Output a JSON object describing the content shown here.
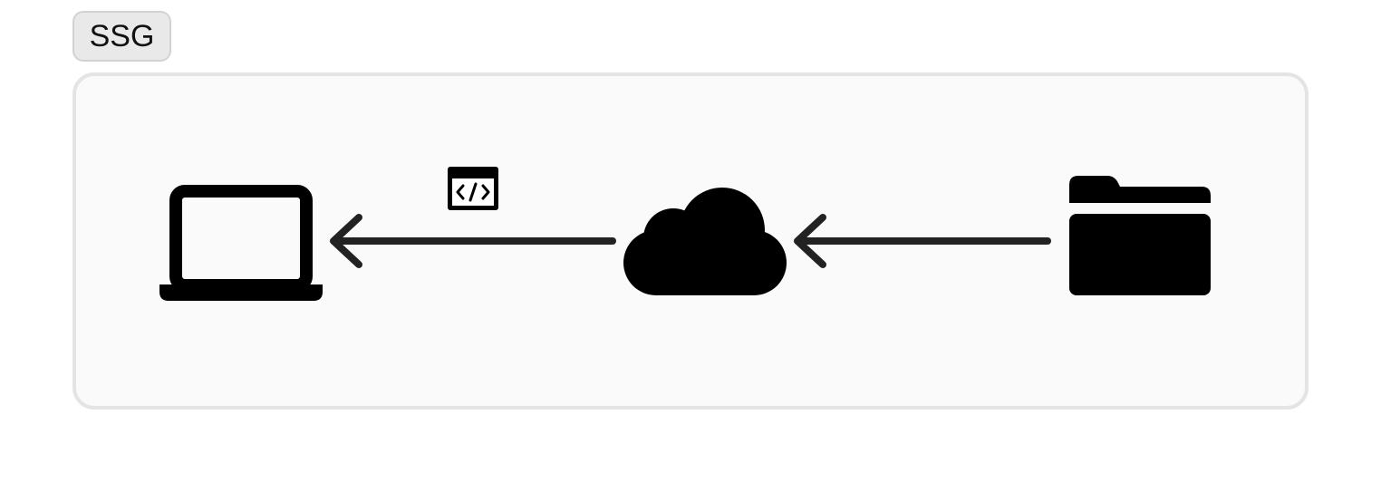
{
  "header": {
    "badge_label": "SSG"
  },
  "diagram": {
    "nodes": [
      {
        "id": "client",
        "icon": "laptop-icon"
      },
      {
        "id": "cdn",
        "icon": "cloud-icon"
      },
      {
        "id": "storage",
        "icon": "folder-icon"
      }
    ],
    "edges": [
      {
        "from": "storage",
        "to": "cdn",
        "icon": null
      },
      {
        "from": "cdn",
        "to": "client",
        "icon": "code-window-icon"
      }
    ],
    "colors": {
      "icon": "#000000",
      "arrow": "#222222",
      "panel_background": "#fafafa",
      "panel_border": "#e4e4e4",
      "badge_background": "#e9e9e9",
      "badge_border": "#d2d2d2"
    }
  }
}
